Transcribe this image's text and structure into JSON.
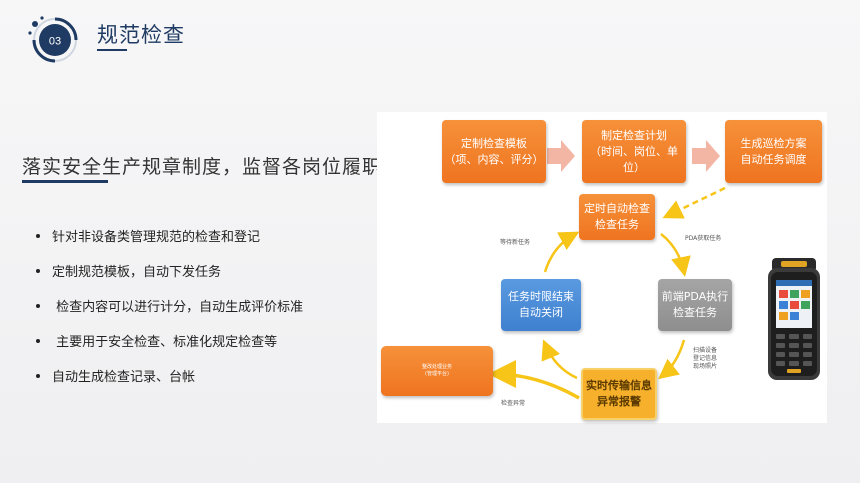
{
  "header": {
    "number": "03",
    "title": "规范检查"
  },
  "subtitle": "落实安全生产规章制度，监督各岗位履职",
  "bullets": [
    "针对非设备类管理规范的检查和登记",
    "定制规范模板，自动下发任务",
    " 检查内容可以进行计分，自动生成评价标准",
    " 主要用于安全检查、标准化规定检查等",
    "自动生成检查记录、台帐"
  ],
  "diagram": {
    "boxes": {
      "template": {
        "line1": "定制检查模板",
        "line2": "（项、内容、评分）"
      },
      "plan": {
        "line1": "制定检查计划",
        "line2": "（时间、岗位、单位）"
      },
      "scheme": {
        "line1": "生成巡检方案",
        "line2": "自动任务调度"
      },
      "auto": {
        "line1": "定时自动检查",
        "line2": "检查任务"
      },
      "timeout": {
        "line1": "任务时限结束",
        "line2": "自动关闭"
      },
      "pda": {
        "line1": "前端PDA执行",
        "line2": "检查任务"
      },
      "realtime": {
        "line1": "实时传输信息",
        "line2": "异常报警"
      },
      "platform": {
        "line1": "整改处理业务",
        "line2": "(管理平台)"
      }
    },
    "labels": {
      "wait_new": "等待新任务",
      "pda_get": "PDA获取任务",
      "scan": "扫描设备",
      "register": "登记信息",
      "photo": "现场照片",
      "anomaly": "检查异常"
    }
  },
  "colors": {
    "navy": "#1f3b63",
    "orange": "#ef7420",
    "blue": "#3f80cf",
    "gray": "#8e8e8e",
    "yellow": "#f6b02b",
    "arrow_pink": "#f4b6a4"
  }
}
